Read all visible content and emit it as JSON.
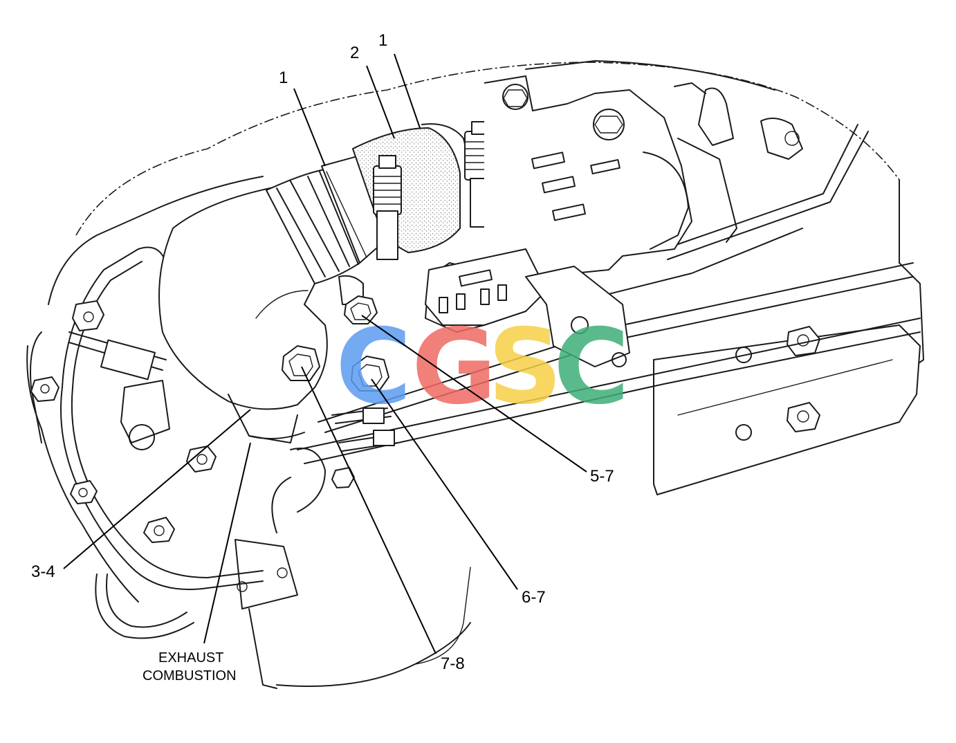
{
  "diagram": {
    "callouts": {
      "c1_left": "1",
      "c1_top": "1",
      "c2": "2",
      "c3_4": "3-4",
      "c5_7": "5-7",
      "c6_7": "6-7",
      "c7_8": "7-8"
    },
    "caption_line1": "EXHAUST",
    "caption_line2": "COMBUSTION",
    "watermark": {
      "letters": [
        "C",
        "G",
        "S",
        "C"
      ],
      "colors": [
        "#5b9cf0",
        "#ef6a63",
        "#f6cf47",
        "#3fae78"
      ]
    },
    "colors": {
      "line": "#1a1a1a",
      "background": "#ffffff",
      "stipple": "#9a9a9a"
    }
  }
}
